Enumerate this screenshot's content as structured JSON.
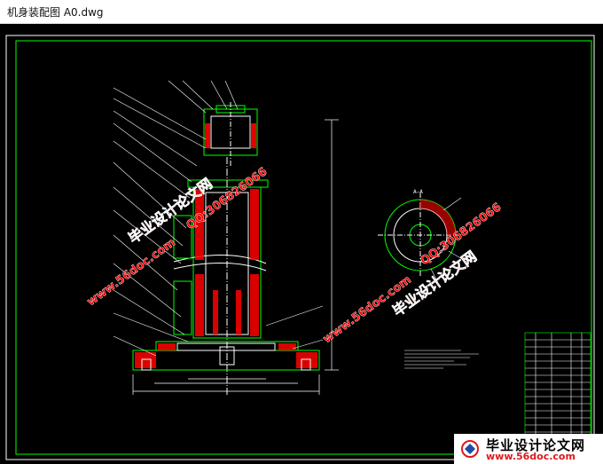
{
  "window": {
    "title": "机身装配图 A0.dwg"
  },
  "drawing": {
    "section_label": "A—A",
    "background": "#000000",
    "border_color": "#00ff00",
    "line_color": "#00ff00",
    "hatch_color": "#ff0000",
    "annotation_color": "#ffffff"
  },
  "watermarks": [
    {
      "text": "毕业设计论文网",
      "color": "#ff0000"
    },
    {
      "text": "www.56doc.com",
      "color": "#ff0000"
    },
    {
      "text": "QQ:306826066",
      "color": "#ff0000"
    },
    {
      "text": "毕业设计论文网",
      "color": "#ff0000"
    },
    {
      "text": "www.56doc.com",
      "color": "#ff0000"
    },
    {
      "text": "QQ:306826066",
      "color": "#ff0000"
    }
  ],
  "brand": {
    "name": "毕业设计论文网",
    "url": "www.56doc.com"
  }
}
